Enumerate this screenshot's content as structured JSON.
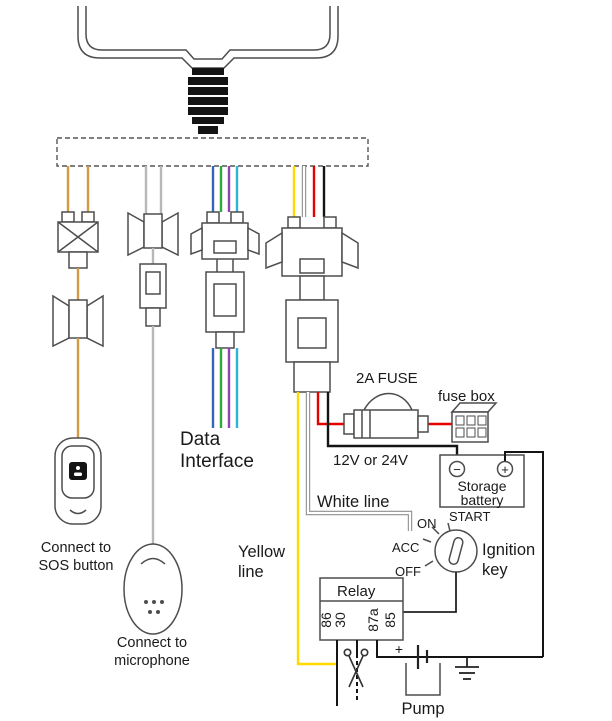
{
  "labels": {
    "data_interface": {
      "line1": "Data",
      "line2": "Interface"
    },
    "sos": {
      "line1": "Connect to",
      "line2": "SOS button"
    },
    "microphone": {
      "line1": "Connect to",
      "line2": "microphone"
    },
    "fuse": "2A FUSE",
    "fuse_box": "fuse box",
    "voltage": "12V or 24V",
    "battery": {
      "line1": "Storage",
      "line2": "battery",
      "minus": "−",
      "plus": "+"
    },
    "white_line": "White line",
    "yellow_line": {
      "line1": "Yellow",
      "line2": "line"
    },
    "ignition": {
      "on": "ON",
      "start": "START",
      "acc": "ACC",
      "off": "OFF",
      "line1": "Ignition",
      "line2": "key"
    },
    "relay": {
      "title": "Relay",
      "pin_85": "85",
      "pin_87a": "87a",
      "pin_30": "30",
      "pin_86": "86"
    },
    "pump": {
      "title": "Pump",
      "plus": "+"
    }
  },
  "colors": {
    "outline": "#4d4d4d",
    "text": "#1a1a1a",
    "wire_orange": "#d49a43",
    "wire_gray": "#b8b8b8",
    "wire_blue": "#3465c0",
    "wire_green": "#2fa83c",
    "wire_purple": "#9044b0",
    "wire_cyan": "#2fb5d0",
    "wire_yellow": "#ffd900",
    "wire_white": "#ffffff",
    "wire_red": "#e60000",
    "wire_black": "#141414"
  }
}
